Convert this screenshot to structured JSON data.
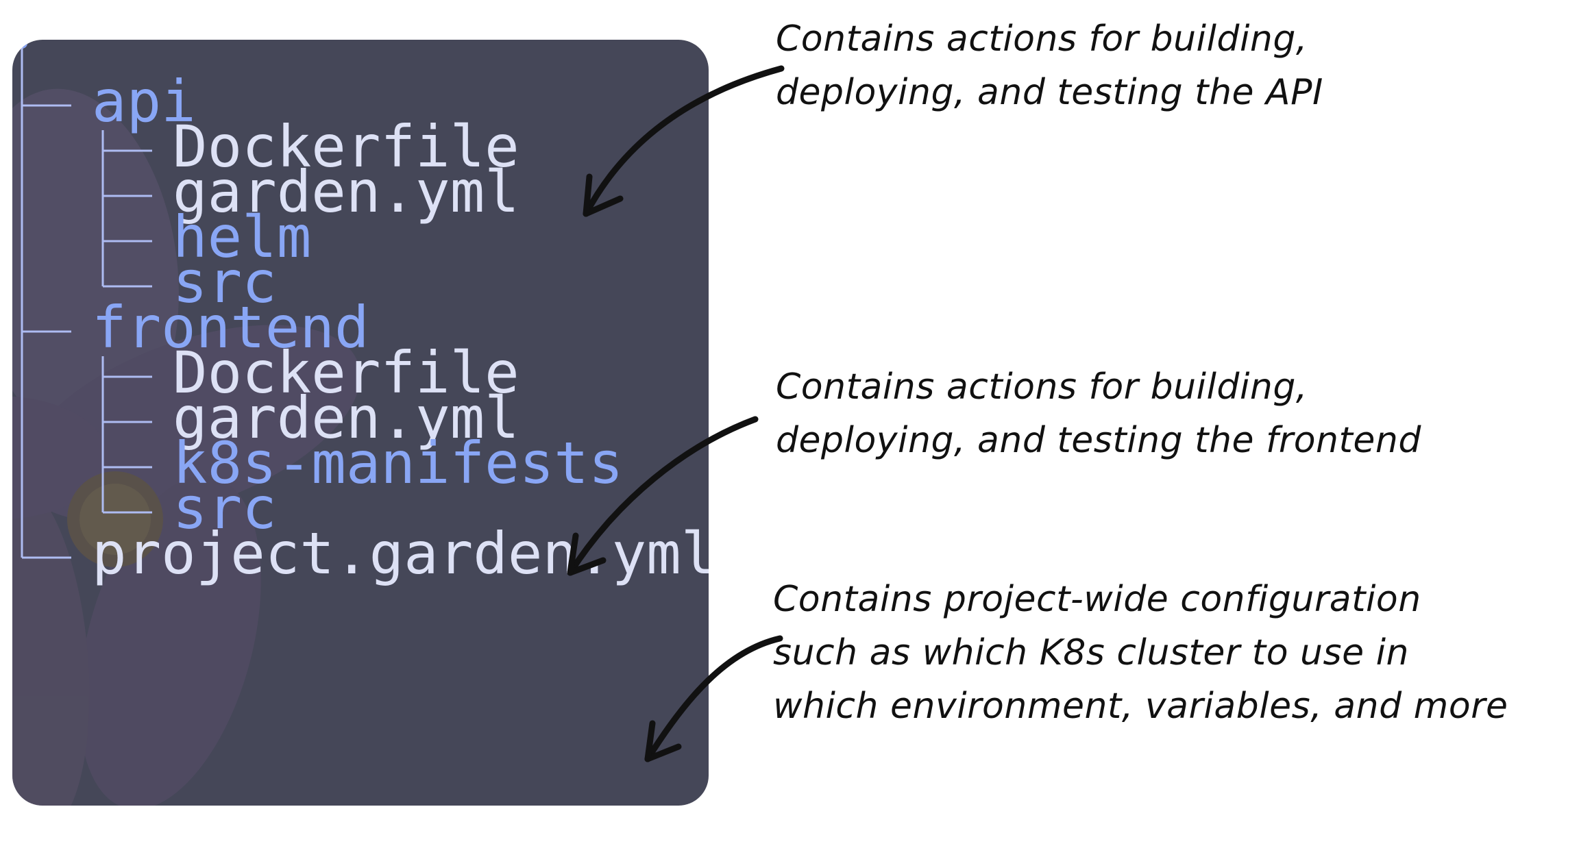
{
  "tree": {
    "root_glyph": "•",
    "entries": [
      {
        "label": "api",
        "kind": "dir",
        "depth": 0
      },
      {
        "label": "Dockerfile",
        "kind": "file",
        "depth": 1
      },
      {
        "label": "garden.yml",
        "kind": "file",
        "depth": 1
      },
      {
        "label": "helm",
        "kind": "dir",
        "depth": 1
      },
      {
        "label": "src",
        "kind": "dir",
        "depth": 1
      },
      {
        "label": "frontend",
        "kind": "dir",
        "depth": 0
      },
      {
        "label": "Dockerfile",
        "kind": "file",
        "depth": 1
      },
      {
        "label": "garden.yml",
        "kind": "file",
        "depth": 1
      },
      {
        "label": "k8s-manifests",
        "kind": "dir",
        "depth": 1
      },
      {
        "label": "src",
        "kind": "dir",
        "depth": 1
      },
      {
        "label": "project.garden.yml",
        "kind": "file",
        "depth": 0
      }
    ]
  },
  "annotations": {
    "api_note": {
      "line1": "Contains actions for building,",
      "line2": "deploying, and testing the API"
    },
    "frontend_note": {
      "line1": "Contains actions for building,",
      "line2": "deploying, and testing the frontend"
    },
    "project_note": {
      "line1": "Contains project-wide configuration",
      "line2": "such as which K8s cluster to use in",
      "line3": "which environment, variables, and more"
    }
  },
  "colors": {
    "panel_background": "#454758",
    "directory": "#89a6f5",
    "file": "#dde1f5",
    "tree_line": "#aebcf2",
    "ink": "#111111"
  },
  "icons": {
    "background_decoration": "flower-icon",
    "pointer": "hand-drawn-arrow-icon"
  }
}
